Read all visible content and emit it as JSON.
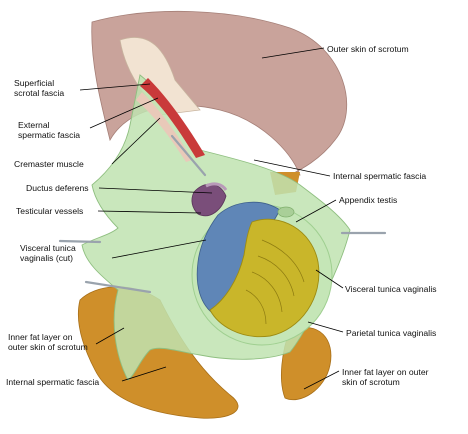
{
  "labels": {
    "outer_skin": "Outer skin of scrotum",
    "superficial_fascia": "Superficial\nscrotal fascia",
    "external_fascia": "External\nspermatic fascia",
    "cremaster": "Cremaster muscle",
    "internal_fascia_right": "Internal spermatic fascia",
    "ductus": "Ductus deferens",
    "appendix": "Appendix testis",
    "vessels": "Testicular vessels",
    "visceral_cut": "Visceral tunica\nvaginalis (cut)",
    "visceral_right": "Visceral tunica vaginalis",
    "parietal": "Parietal tunica vaginalis",
    "inner_fat_left": "Inner fat layer on\nouter skin of scrotum",
    "inner_fat_right": "Inner fat layer on outer\nskin of scrotum",
    "internal_fascia_left": "Internal spermatic fascia"
  },
  "colors": {
    "skin": "#c9a39b",
    "fat": "#cf8f2a",
    "fascia": "#bfe3b0",
    "cremaster": "#c93a3a",
    "testis": "#c9b62a",
    "epididymis": "#5f86b7",
    "vessels": "#7a4e7a"
  }
}
